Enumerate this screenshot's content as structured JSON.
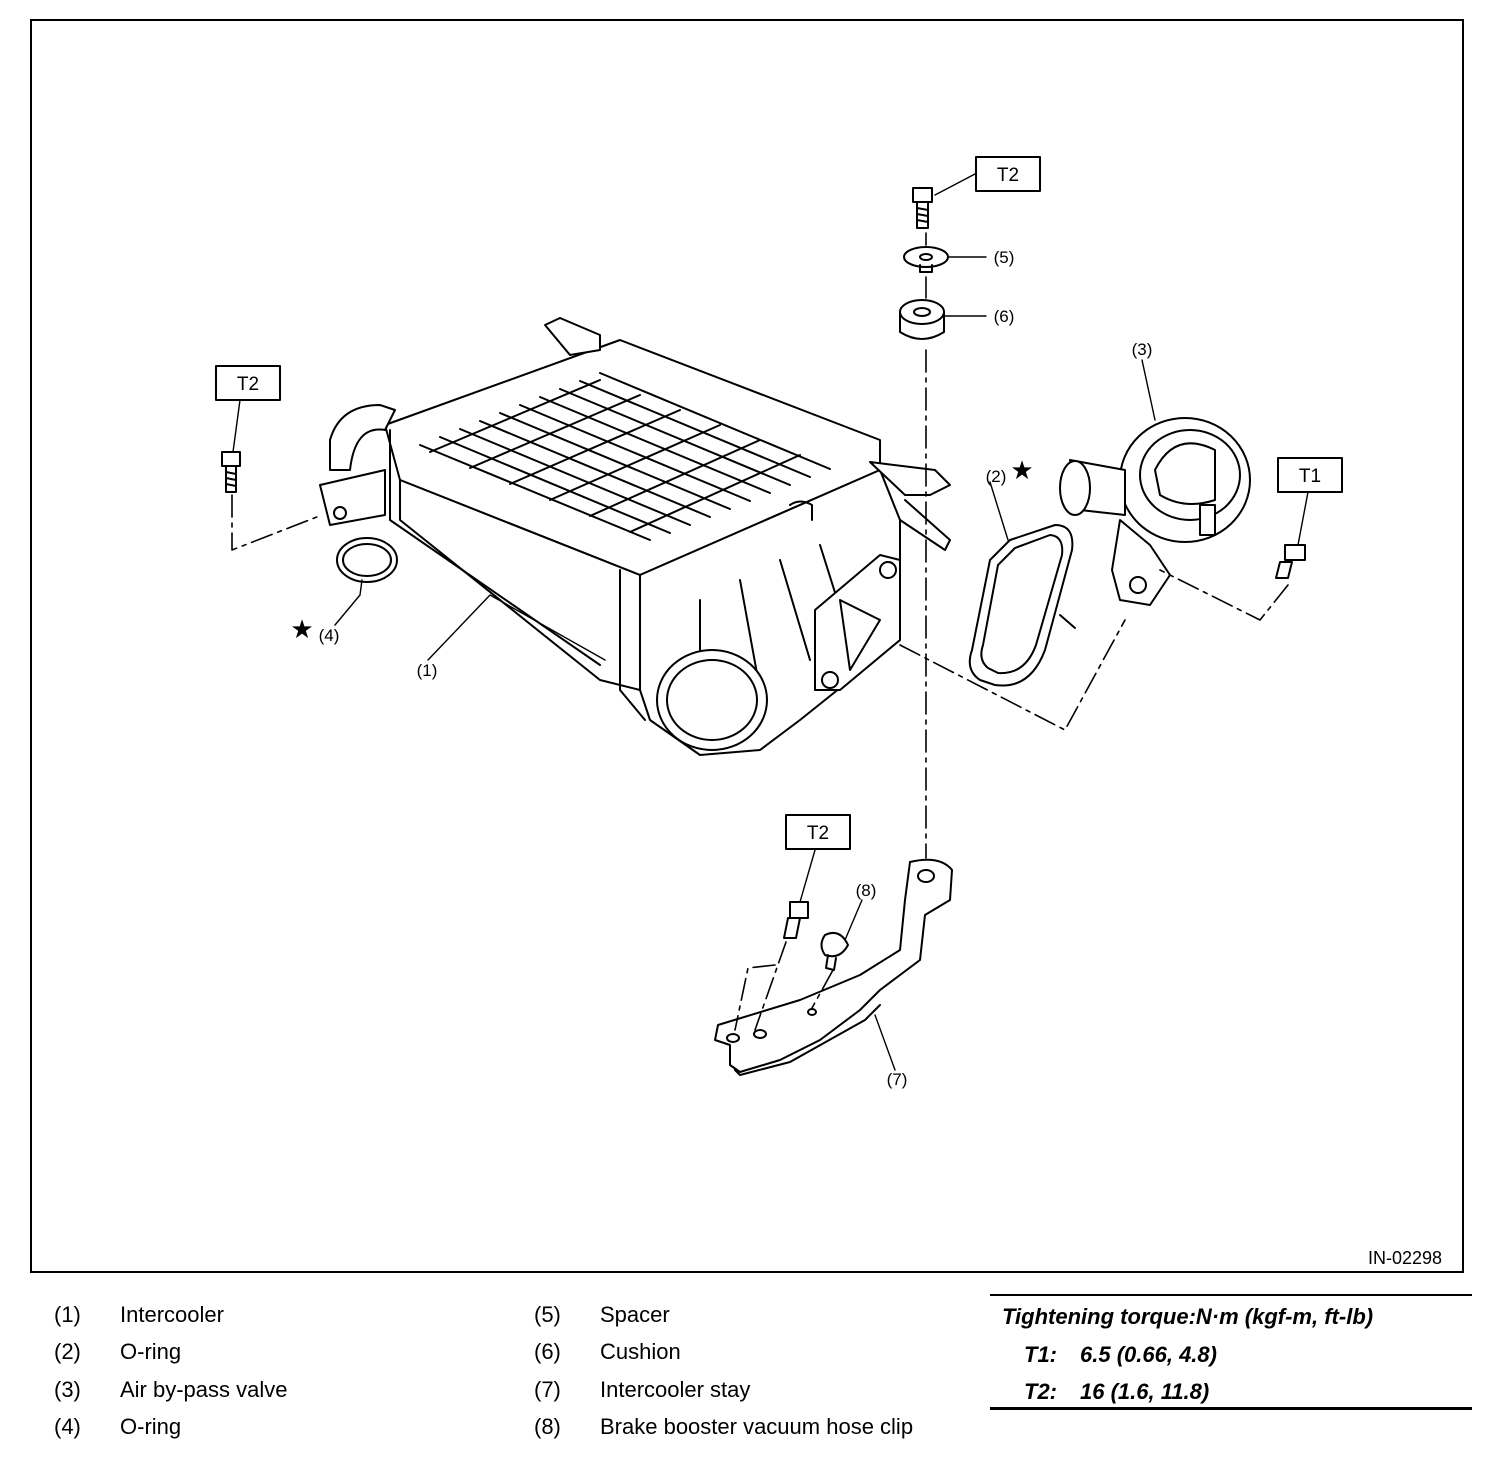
{
  "diagram": {
    "id": "IN-02298",
    "torque_boxes": [
      "T2",
      "T2",
      "T1",
      "T2"
    ],
    "callouts": [
      "(1)",
      "(2)",
      "(3)",
      "(4)",
      "(5)",
      "(6)",
      "(7)",
      "(8)"
    ],
    "star_symbol": "★"
  },
  "legend_left": [
    {
      "num": "(1)",
      "label": "Intercooler"
    },
    {
      "num": "(2)",
      "label": "O-ring"
    },
    {
      "num": "(3)",
      "label": "Air by-pass valve"
    },
    {
      "num": "(4)",
      "label": "O-ring"
    }
  ],
  "legend_right": [
    {
      "num": "(5)",
      "label": "Spacer"
    },
    {
      "num": "(6)",
      "label": "Cushion"
    },
    {
      "num": "(7)",
      "label": "Intercooler stay"
    },
    {
      "num": "(8)",
      "label": "Brake booster vacuum hose clip"
    }
  ],
  "torque": {
    "heading": "Tightening torque:N·m (kgf-m, ft-lb)",
    "rows": [
      {
        "key": "T1:",
        "value": "6.5 (0.66, 4.8)"
      },
      {
        "key": "T2:",
        "value": "16 (1.6, 11.8)"
      }
    ]
  }
}
